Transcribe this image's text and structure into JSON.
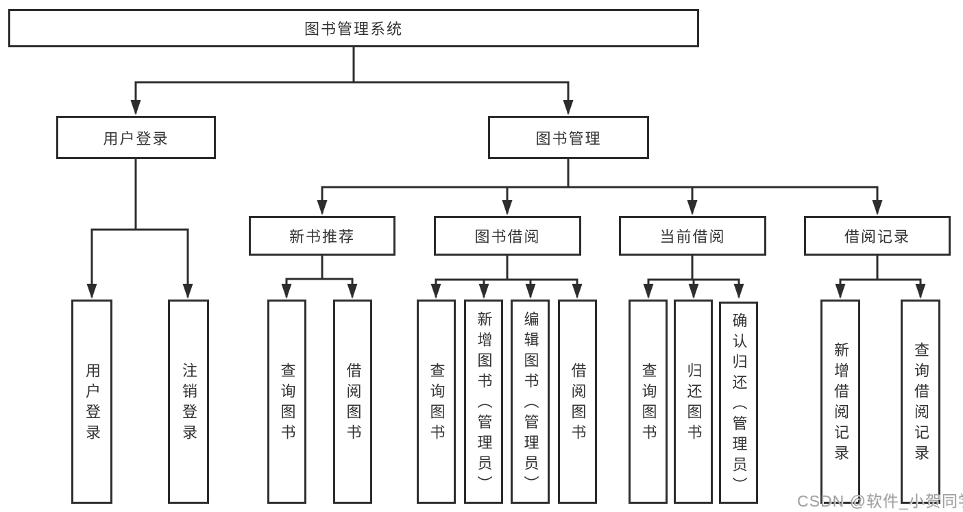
{
  "tree": {
    "root": "图书管理系统",
    "children": [
      {
        "label": "用户登录",
        "children": [
          "用户登录",
          "注销登录"
        ]
      },
      {
        "label": "图书管理",
        "children": [
          {
            "label": "新书推荐",
            "children": [
              "查询图书",
              "借阅图书"
            ]
          },
          {
            "label": "图书借阅",
            "children": [
              "查询图书",
              "新增图书（管理员）",
              "编辑图书（管理员）",
              "借阅图书"
            ]
          },
          {
            "label": "当前借阅",
            "children": [
              "查询图书",
              "归还图书",
              "确认归还（管理员）"
            ]
          },
          {
            "label": "借阅记录",
            "children": [
              "新增借阅记录",
              "查询借阅记录"
            ]
          }
        ]
      }
    ]
  },
  "watermark": "CSDN @软件_小贺同学",
  "colors": {
    "line": "#2d2d2d",
    "box_border": "#2d2d2d",
    "text": "#333333",
    "watermark": "#a0a0a0",
    "background": "#ffffff"
  }
}
